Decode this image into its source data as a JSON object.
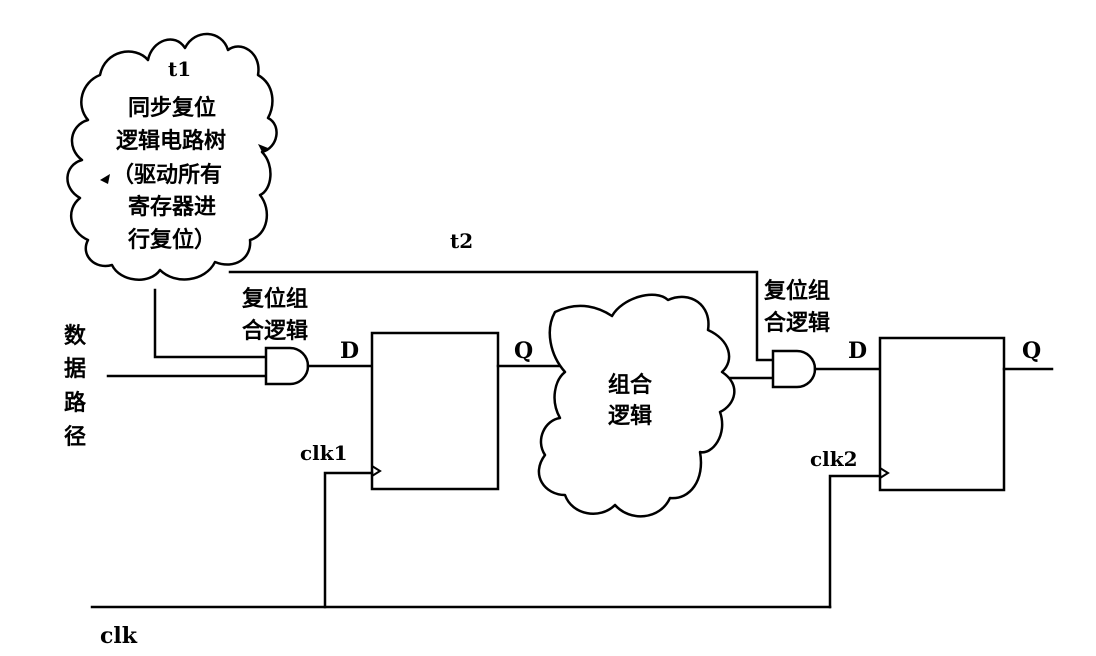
{
  "cloud_reset_tree": {
    "t1": "t1",
    "lines": [
      "同步复位",
      "逻辑电路树",
      "（驱动所有",
      "寄存器进",
      "行复位）"
    ]
  },
  "t2": "t2",
  "data_path": [
    "数",
    "据",
    "路",
    "径"
  ],
  "reset_logic_left": [
    "复位组",
    "合逻辑"
  ],
  "reset_logic_right": [
    "复位组",
    "合逻辑"
  ],
  "comb_logic": [
    "组合",
    "逻辑"
  ],
  "ff1": {
    "d": "D",
    "q": "Q",
    "clk": "clk1"
  },
  "ff2": {
    "d": "D",
    "q": "Q",
    "clk": "clk2"
  },
  "clk": "clk"
}
